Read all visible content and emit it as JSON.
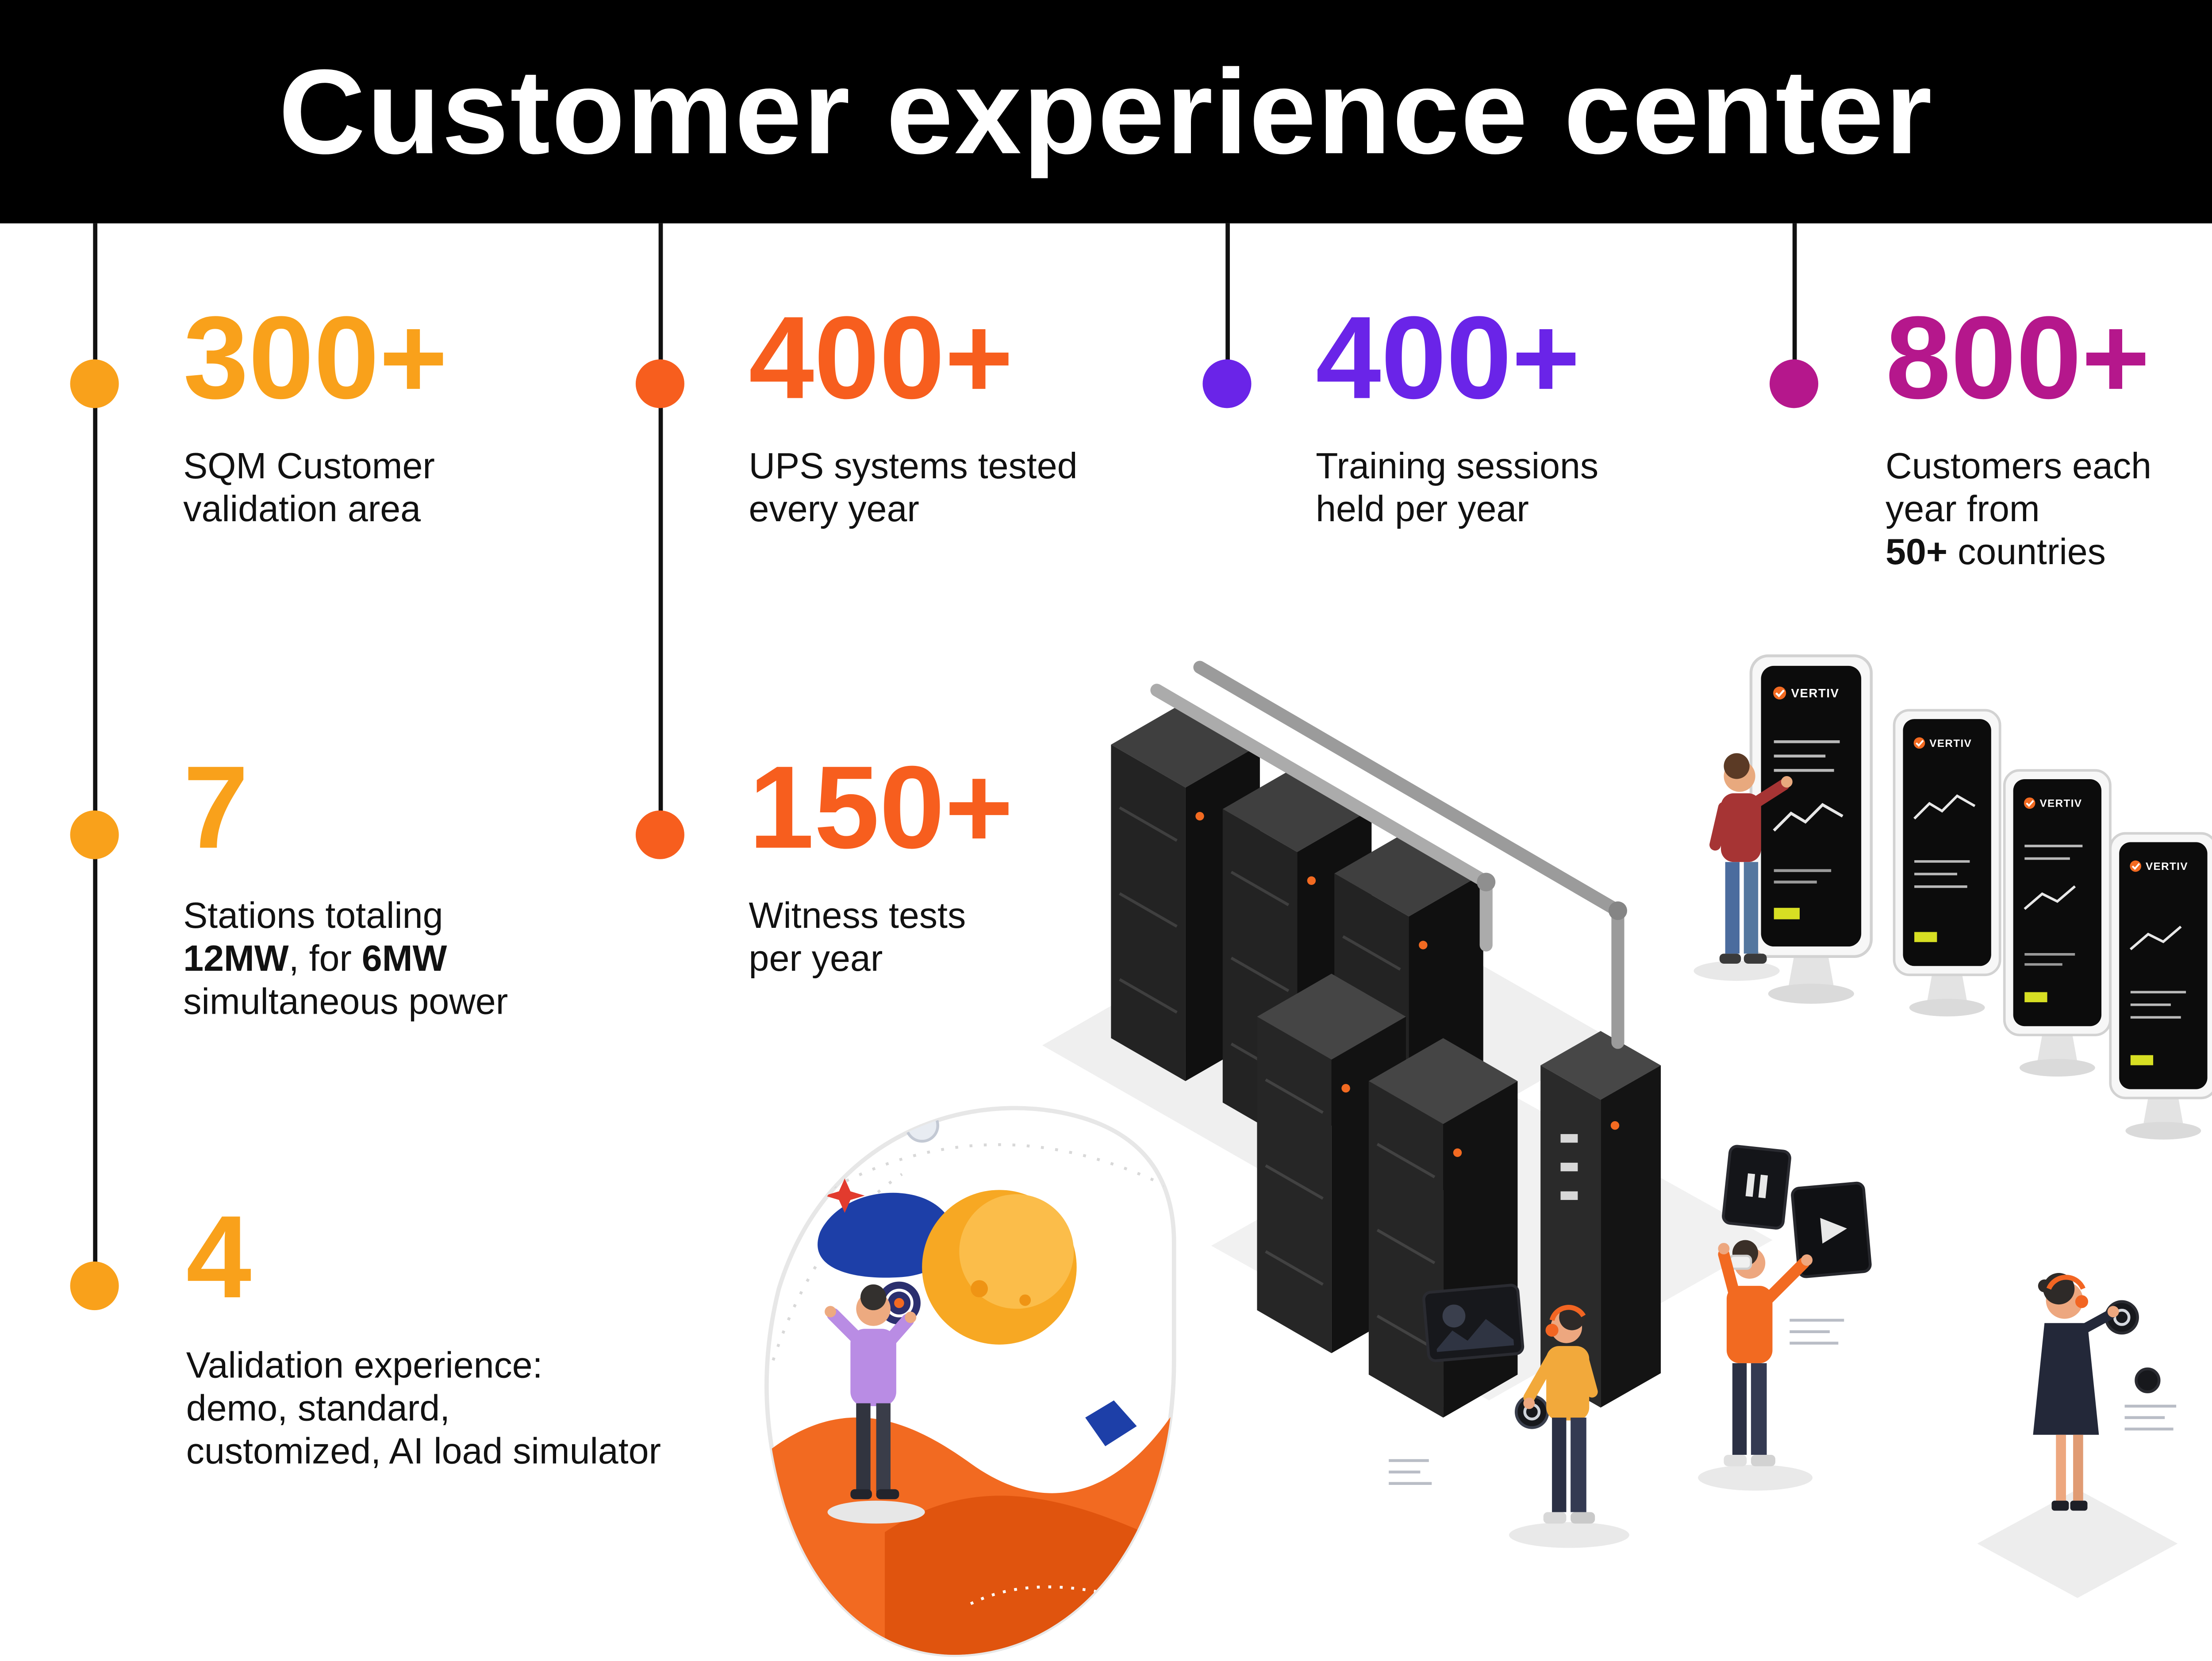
{
  "header": {
    "title": "Customer experience center"
  },
  "palette": {
    "header_bg": "#000000",
    "line": "#111111",
    "orange": "#F9A11B",
    "vermillion": "#F75E1E",
    "purple": "#6A24E8",
    "magenta": "#B5178C"
  },
  "stats": [
    {
      "id": "sqm-area",
      "value": "300+",
      "color": "#F9A11B",
      "caption": [
        "SQM Customer",
        "validation area"
      ]
    },
    {
      "id": "ups-tested",
      "value": "400+",
      "color": "#F75E1E",
      "caption": [
        "UPS systems tested",
        "every year"
      ]
    },
    {
      "id": "training",
      "value": "400+",
      "color": "#6A24E8",
      "caption": [
        "Training sessions",
        "held per year"
      ]
    },
    {
      "id": "customers",
      "value": "800+",
      "color": "#B5178C",
      "caption": [
        "Customers each",
        "year from",
        "**50+** countries"
      ]
    },
    {
      "id": "stations",
      "value": "7",
      "color": "#F9A11B",
      "caption": [
        "Stations totaling",
        "**12MW**, for **6MW**",
        "simultaneous power"
      ]
    },
    {
      "id": "witness-tests",
      "value": "150+",
      "color": "#F75E1E",
      "caption": [
        "Witness tests",
        "per year"
      ]
    },
    {
      "id": "validation-exp",
      "value": "4",
      "color": "#F9A11B",
      "caption": [
        "Validation experience:",
        "demo, standard,",
        "customized, AI load simulator"
      ]
    }
  ],
  "illustration": {
    "brand": "VERTIV"
  }
}
